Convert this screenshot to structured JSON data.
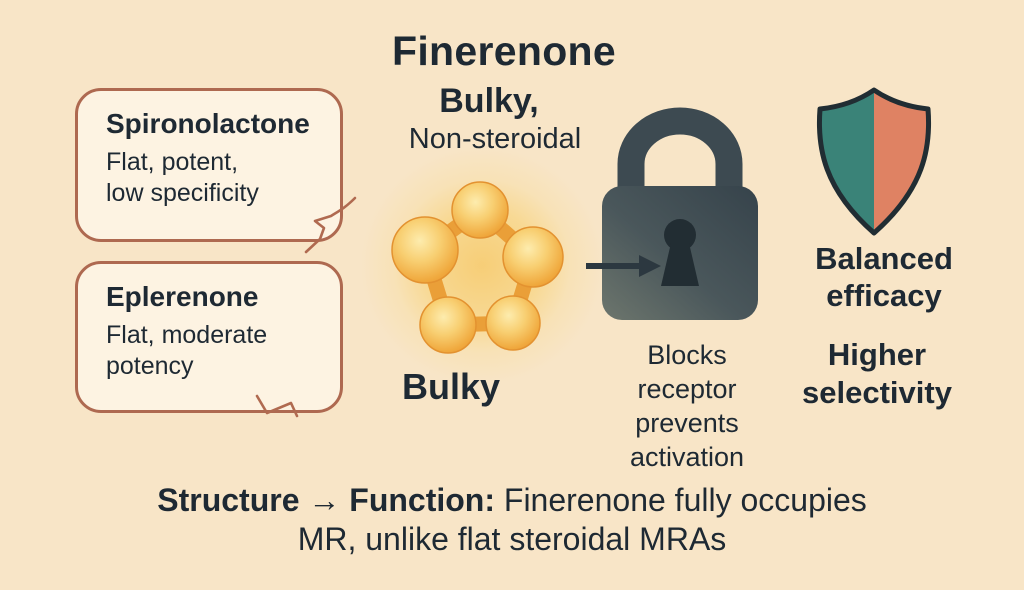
{
  "colors": {
    "background": "#f8e5c7",
    "text": "#1e2933",
    "card_fill": "#fdf3e2",
    "card_border": "#ae6950",
    "molecule_gold": "#f3ae44",
    "molecule_link": "#ea9f38",
    "lock_body_dark": "#36434b",
    "lock_body_light": "#6d766d",
    "keyhole": "#222d33",
    "arrow": "#2c3840",
    "shield_teal": "#3a8378",
    "shield_salmon": "#df8263",
    "shield_outline": "#212d33"
  },
  "header": {
    "title": "Finerenone",
    "subtitle_line1": "Bulky,",
    "subtitle_line2": "Non-steroidal"
  },
  "cards": [
    {
      "name": "Spironolactone",
      "line1": "Flat, potent,",
      "line2": "low specificity"
    },
    {
      "name": "Eplerenone",
      "line1": "Flat, moderate",
      "line2": "potency"
    }
  ],
  "molecule": {
    "label": "Bulky"
  },
  "lock": {
    "lines": [
      "Blocks",
      "receptor",
      "prevents",
      "activation"
    ]
  },
  "shield": {
    "caption1_line1": "Balanced",
    "caption1_line2": "efficacy",
    "caption2_line1": "Higher",
    "caption2_line2": "selectivity"
  },
  "footer": {
    "lead": "Structure → Function:",
    "line1_rest": " Finerenone fully occupies",
    "line2": "MR, unlike flat steroidal MRAs"
  }
}
